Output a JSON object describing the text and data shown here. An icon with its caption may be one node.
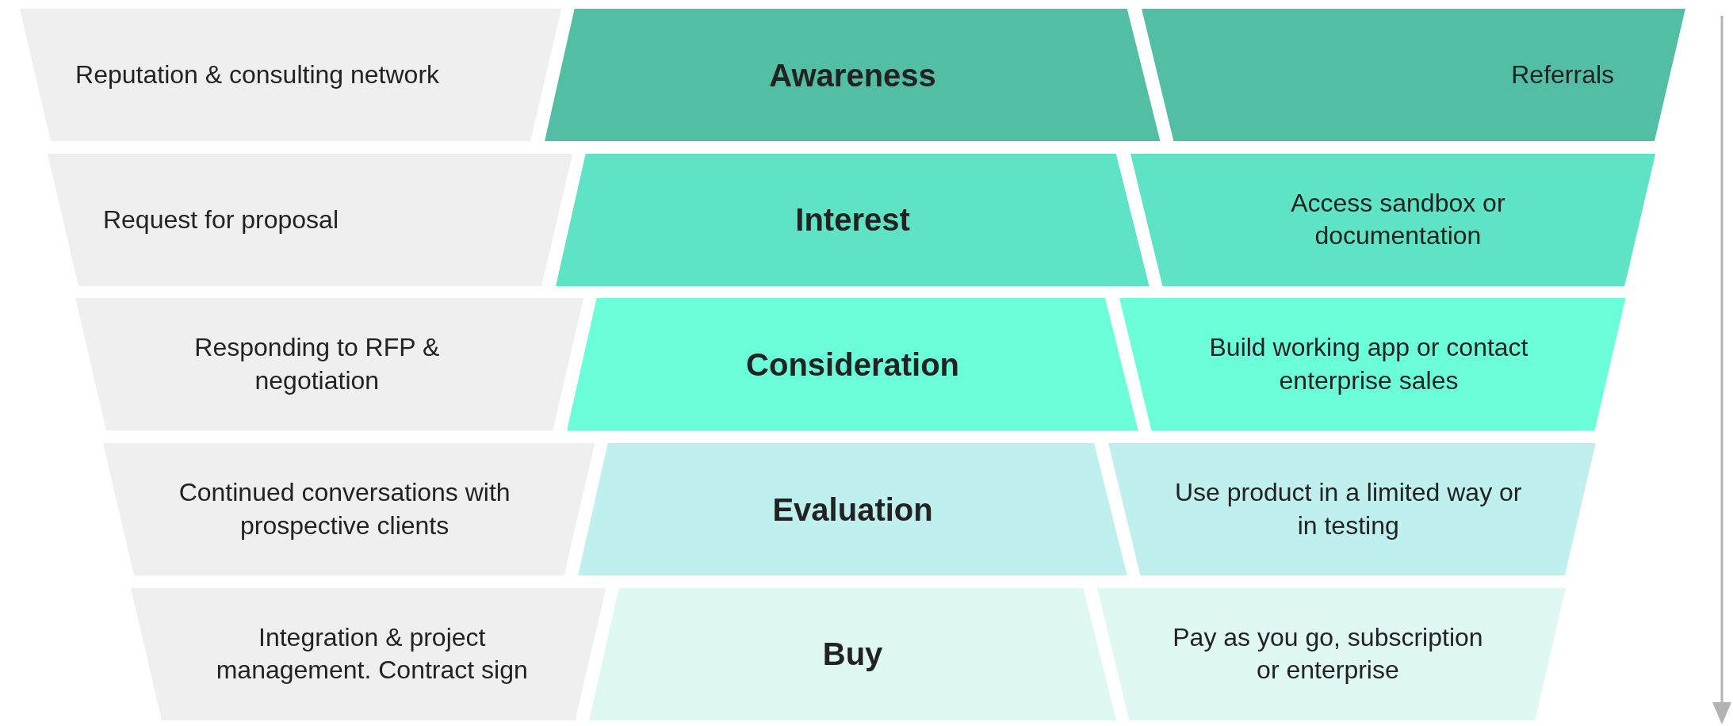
{
  "diagram": {
    "nodes": [
      {
        "text": [
          "Reputation & consulting network"
        ]
      },
      {
        "text": [
          "Awareness"
        ]
      },
      {
        "text": [
          "Referrals"
        ]
      },
      {
        "text": [
          "Request for proposal"
        ]
      },
      {
        "text": [
          "Interest"
        ]
      },
      {
        "text": [
          "Access sandbox or documentation"
        ]
      },
      {
        "text": [
          "Responding to RFP & negotiation"
        ]
      },
      {
        "text": [
          "Consideration"
        ]
      },
      {
        "text": [
          "Build working app or contact enterprise sales"
        ]
      },
      {
        "text": [
          "Continued conversations with prospective clients"
        ]
      },
      {
        "text": [
          "Evaluation"
        ]
      },
      {
        "text": [
          "Use product in a limited way or in testing"
        ]
      },
      {
        "text": [
          "Integration & project management. Contract sign"
        ]
      },
      {
        "text": [
          "Buy"
        ]
      },
      {
        "text": [
          "Pay as you go, subscription or enterprise"
        ]
      }
    ]
  }
}
